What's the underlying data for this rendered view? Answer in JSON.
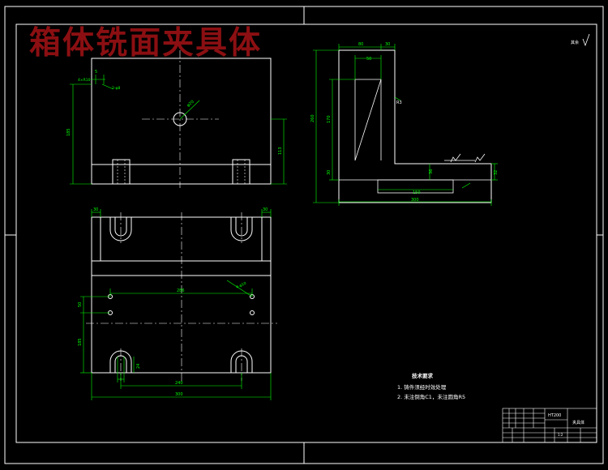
{
  "title_text": "箱体铣面夹具体",
  "roughness_corner": "其余",
  "colors": {
    "background": "#000000",
    "outline": "#ffffff",
    "dimension": "#00ff00",
    "title_red": "#8b0f12"
  },
  "front_view": {
    "dim_height_left": "185",
    "dim_height_right": "113",
    "dim_hole_label": "2-φ8",
    "dim_center_hole": "φ20",
    "dim_small_top": "5",
    "dim_small_slot": "4×R10"
  },
  "side_view": {
    "dim_top_total": "80",
    "dim_top_right": "30",
    "dim_top_inner": "50",
    "dim_height_total": "260",
    "dim_height_mid": "170",
    "dim_base_left": "30",
    "dim_base_slot": "36",
    "dim_base_right": "32",
    "dim_slot_width": "150",
    "dim_bottom_total": "300",
    "dim_radius": "R3"
  },
  "top_view": {
    "dim_top_left": "30",
    "dim_top_right": "30",
    "dim_hole_spacing": "286",
    "dim_hole_label": "4-φ10",
    "dim_left_short": "50",
    "dim_left_long": "185",
    "dim_slot_width": "24",
    "dim_bottom_inner": "240",
    "dim_bottom_total": "300"
  },
  "notes": {
    "heading": "技术要求",
    "item1": "1. 铸件须经时效处理",
    "item2": "2. 未注倒角C1，未注圆角R5"
  },
  "title_block": {
    "material": "HT200",
    "drawing_name": "夹具体",
    "scale": "1:2"
  }
}
